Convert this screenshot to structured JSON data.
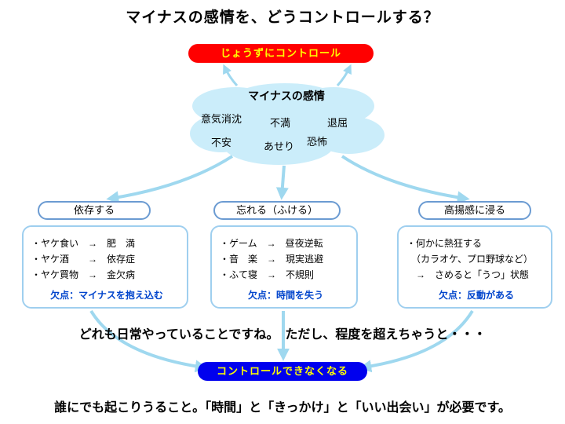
{
  "title": "マイナスの感情を、どうコントロールする？",
  "top_pill": {
    "label": "じょうずにコントロール",
    "bg": "#FF0000",
    "text_color": "#FFFF00"
  },
  "cloud": {
    "title": "マイナスの感情",
    "emotions": [
      "意気消沈",
      "不満",
      "退屈",
      "不安",
      "あせり",
      "恐怖"
    ]
  },
  "branches": [
    {
      "label": "依存する",
      "items": [
        "・ヤケ食い　→　肥　満",
        "・ヤケ酒　　→　依存症",
        "・ヤケ買物　→　金欠病"
      ],
      "drawback": "欠点：マイナスを抱え込む"
    },
    {
      "label": "忘れる（ふける）",
      "items": [
        "・ゲーム　→　昼夜逆転",
        "・音　楽　→　現実逃避",
        "・ふて寝　→　不規則"
      ],
      "drawback": "欠点：時間を失う"
    },
    {
      "label": "高揚感に浸る",
      "items": [
        "・何かに熱狂する",
        "　（カラオケ、プロ野球など）",
        "　→　さめると「うつ」状態"
      ],
      "drawback": "欠点：反動がある"
    }
  ],
  "middle_text": "どれも日常やっていることですね。　ただし、程度を超えちゃうと・・・",
  "bottom_pill": {
    "label": "コントロールできなくなる",
    "bg": "#0000EE",
    "text_color": "#FFFF00"
  },
  "footer": "誰にでも起こりうること。「時間」と「きっかけ」と「いい出会い」が必要です。",
  "colors": {
    "arrow": "#9fd8ef",
    "cloud_fill": "#cbedfa",
    "branch_label_border": "#6b9bd2",
    "branch_box_border": "#9fcfef",
    "drawback_text": "#0044cc"
  }
}
